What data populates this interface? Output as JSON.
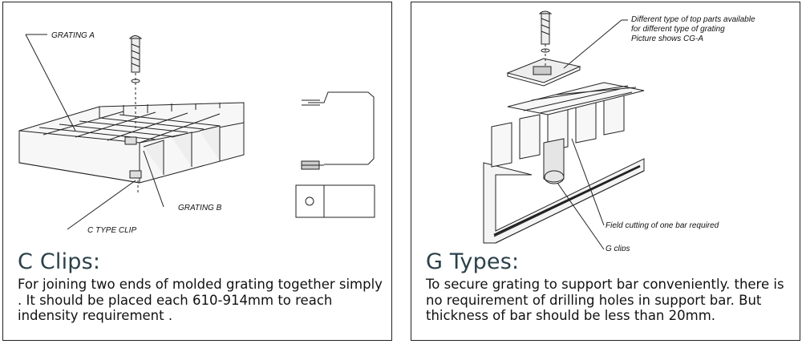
{
  "left_panel": {
    "title": "C Clips:",
    "description": "For joining two ends of molded grating together simply . It should be placed each 610-914mm to reach indensity requirement .",
    "labels": {
      "grating_a": "GRATING A",
      "grating_b": "GRATING B",
      "c_type_clip": "C TYPE CLIP"
    }
  },
  "right_panel": {
    "title": "G Types:",
    "description": "To secure grating to support bar conveniently. there is no requirement of drilling holes in support bar. But thickness of bar should be less than 20mm.",
    "labels": {
      "top_parts_line1": "Different type of top parts available",
      "top_parts_line2": "for different type of grating",
      "top_parts_line3": "Picture shows CG-A",
      "field_cutting": "Field cutting of one bar required",
      "g_clips": "G clips"
    }
  },
  "colors": {
    "heading": "#2b4149",
    "line": "#222222",
    "border": "#222222"
  }
}
